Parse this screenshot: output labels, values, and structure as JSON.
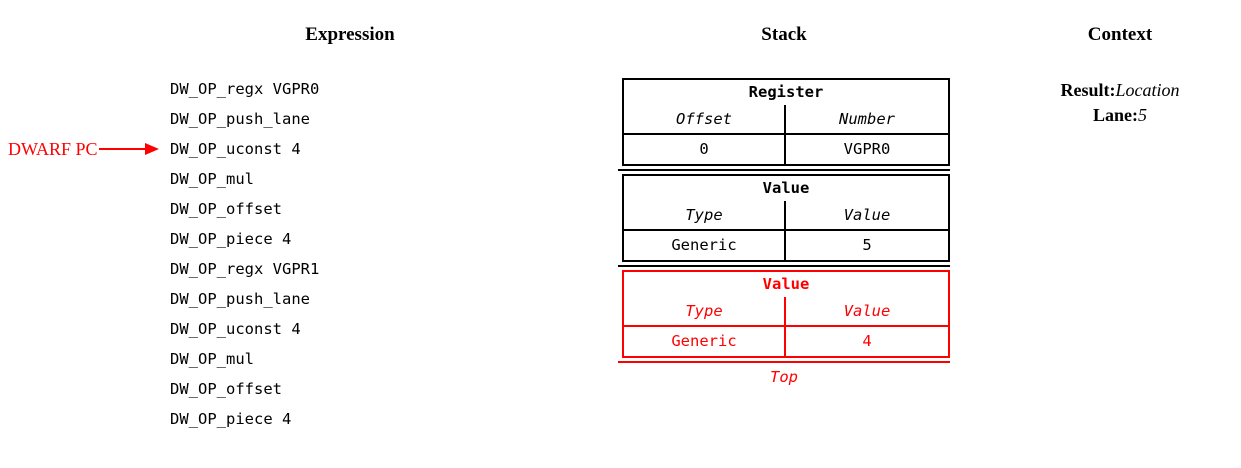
{
  "headings": {
    "expression": "Expression",
    "stack": "Stack",
    "context": "Context"
  },
  "expression": {
    "pc_marker_label": "DWARF PC",
    "pc_marker_color": "#ff0000",
    "pc_points_before_index": 3,
    "operations": [
      "DW_OP_regx VGPR0",
      "DW_OP_push_lane",
      "DW_OP_uconst 4",
      "DW_OP_mul",
      "DW_OP_offset",
      "DW_OP_piece 4",
      "DW_OP_regx VGPR1",
      "DW_OP_push_lane",
      "DW_OP_uconst 4",
      "DW_OP_mul",
      "DW_OP_offset",
      "DW_OP_piece 4"
    ]
  },
  "stack": {
    "top_label": "Top",
    "highlight_color": "#ff0000",
    "entries": [
      {
        "title": "Register",
        "highlighted": false,
        "columns": [
          {
            "label": "Offset",
            "value": "0"
          },
          {
            "label": "Number",
            "value": "VGPR0"
          }
        ]
      },
      {
        "title": "Value",
        "highlighted": false,
        "columns": [
          {
            "label": "Type",
            "value": "Generic"
          },
          {
            "label": "Value",
            "value": "5"
          }
        ]
      },
      {
        "title": "Value",
        "highlighted": true,
        "columns": [
          {
            "label": "Type",
            "value": "Generic"
          },
          {
            "label": "Value",
            "value": "4"
          }
        ]
      }
    ]
  },
  "context": {
    "rows": [
      {
        "key": "Result:",
        "value": "Location"
      },
      {
        "key": "Lane:",
        "value": "5"
      }
    ]
  }
}
